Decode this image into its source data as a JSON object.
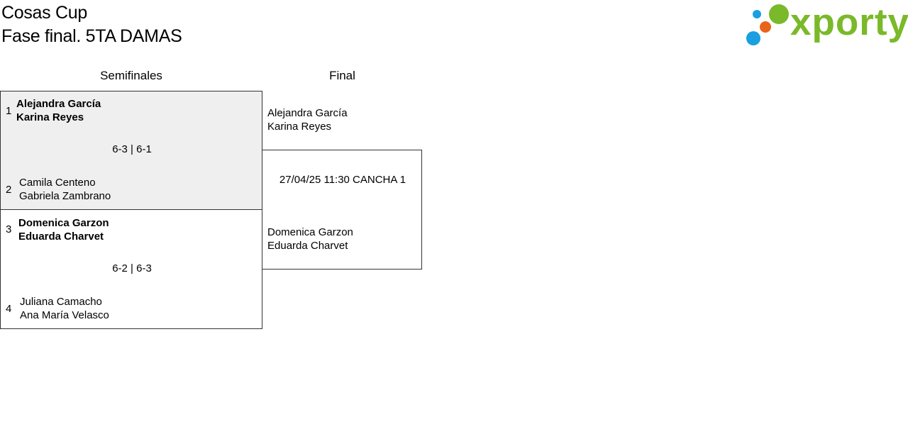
{
  "header": {
    "title": "Cosas Cup",
    "subtitle": "Fase final. 5TA DAMAS"
  },
  "logo": {
    "wordmark": "xporty",
    "colors": {
      "green": "#7ab929",
      "blue": "#1a9fe0",
      "orange": "#e8641b"
    }
  },
  "rounds": {
    "semifinal_label": "Semifinales",
    "final_label": "Final"
  },
  "semifinals": [
    {
      "top": {
        "seed": "1",
        "player1": "Alejandra García",
        "player2": "Karina Reyes",
        "winner": true
      },
      "score": "6-3 | 6-1",
      "bottom": {
        "seed": "2",
        "player1": "Camila Centeno",
        "player2": "Gabriela Zambrano",
        "winner": false
      }
    },
    {
      "top": {
        "seed": "3",
        "player1": "Domenica Garzon",
        "player2": "Eduarda Charvet",
        "winner": true
      },
      "score": "6-2 | 6-3",
      "bottom": {
        "seed": "4",
        "player1": "Juliana Camacho",
        "player2": "Ana María Velasco",
        "winner": false
      }
    }
  ],
  "final": {
    "top": {
      "player1": "Alejandra García",
      "player2": "Karina Reyes"
    },
    "schedule": "27/04/25 11:30 CANCHA 1",
    "bottom": {
      "player1": "Domenica Garzon",
      "player2": "Eduarda Charvet"
    }
  }
}
